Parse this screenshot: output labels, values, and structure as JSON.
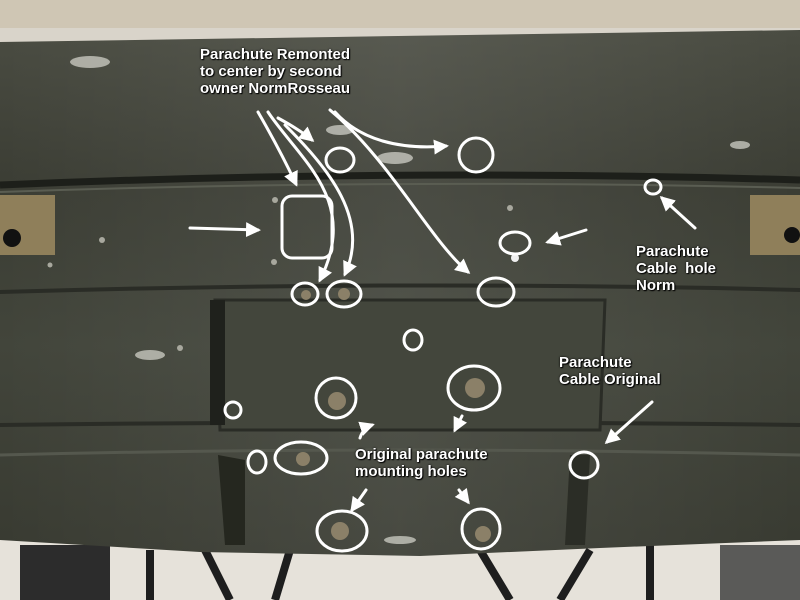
{
  "annotations": {
    "remounted": "Parachute Remonted\nto center by second\nowner NormRosseau",
    "norm_hole": "Parachute\nCable  hole\nNorm",
    "cable_original": "Parachute\nCable Original",
    "original_holes": "Original parachute\nmounting holes"
  },
  "colors": {
    "panel": "#3d4036",
    "panel_dark": "#22241f",
    "floor": "#e8e4dc",
    "markup": "#ffffff"
  }
}
